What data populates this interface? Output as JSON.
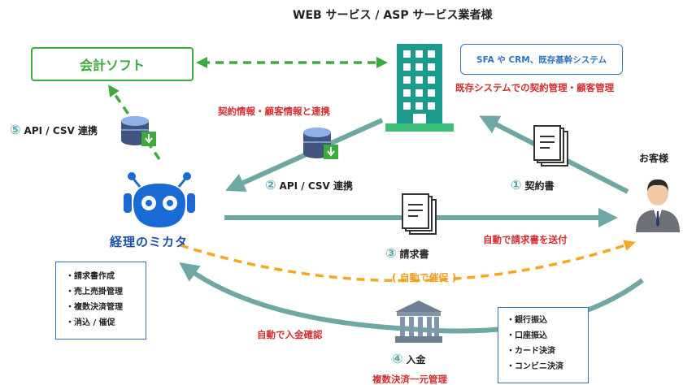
{
  "title": "WEB サービス / ASP サービス業者様",
  "accounting_label": "会計ソフト",
  "sfa_label": "SFA や CRM、既存基幹システム",
  "existing_system_caption": "既存システムでの契約管理・顧客管理",
  "contract_link_caption": "契約情報・顧客情報と連携",
  "step5": {
    "num": "⑤",
    "label": "API / CSV 連携"
  },
  "step2": {
    "num": "②",
    "label": "API / CSV 連携"
  },
  "step1": {
    "num": "①",
    "label": "契約書"
  },
  "step3": {
    "num": "③",
    "label": "請求書"
  },
  "step4": {
    "num": "④",
    "label": "入金"
  },
  "customer_label": "お客様",
  "brand_name": "経理のミカタ",
  "auto_send_label": "自動で請求書を送付",
  "auto_remind_label": "( 自動で催促 )",
  "auto_confirm_label": "自動で入金確認",
  "multi_payment_label": "複数決済一元管理",
  "features": [
    "請求書作成",
    "売上売掛管理",
    "複数決済管理",
    "消込 / 催促"
  ],
  "payment_methods": [
    "銀行振込",
    "口座振込",
    "カード決済",
    "コンビニ決済"
  ],
  "colors": {
    "teal": "#6fa7a5",
    "green": "#3caa3c",
    "orange": "#f5a623",
    "red": "#d22f2f",
    "blue": "#2f74c0",
    "robot_blue": "#1a6ad6"
  }
}
